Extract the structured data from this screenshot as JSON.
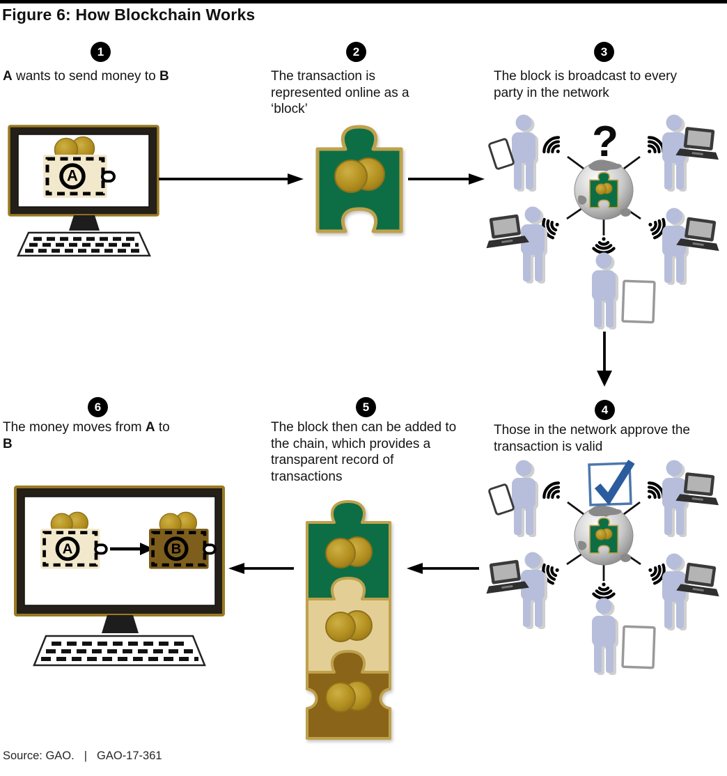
{
  "title": "Figure 6: How Blockchain Works",
  "steps": [
    {
      "number": "1",
      "bold_a": "A",
      "middle": " wants to send money to ",
      "bold_b": "B"
    },
    {
      "number": "2",
      "text": "The transaction is represented online as a ‘block’"
    },
    {
      "number": "3",
      "text": "The block is broadcast to every party in the network"
    },
    {
      "number": "4",
      "text": "Those in the network approve the transaction is valid"
    },
    {
      "number": "5",
      "text": "The block then can be added to the chain, which provides a transparent record of transactions"
    },
    {
      "number": "6",
      "prefix": "The money moves from ",
      "bold_a": "A",
      "middle": " to ",
      "bold_b": "B"
    }
  ],
  "wallets": {
    "sender_label": "A",
    "receiver_label": "B"
  },
  "network": {
    "broadcast_symbol": "?"
  },
  "footer": {
    "source": "Source: GAO.",
    "separator": "|",
    "report_number": "GAO-17-361"
  },
  "colors": {
    "block_green": "#0d6e45",
    "gold_border": "#bfa14c",
    "coin_gold": "#b3901f",
    "wallet_cream": "#f2e8cc",
    "wallet_brown": "#7d5e1c",
    "chain_tan": "#e3cf96",
    "chain_brown": "#8a6418",
    "person_blue": "#b7bedb",
    "check_blue": "#2b5c9e",
    "badge_black": "#000000"
  }
}
